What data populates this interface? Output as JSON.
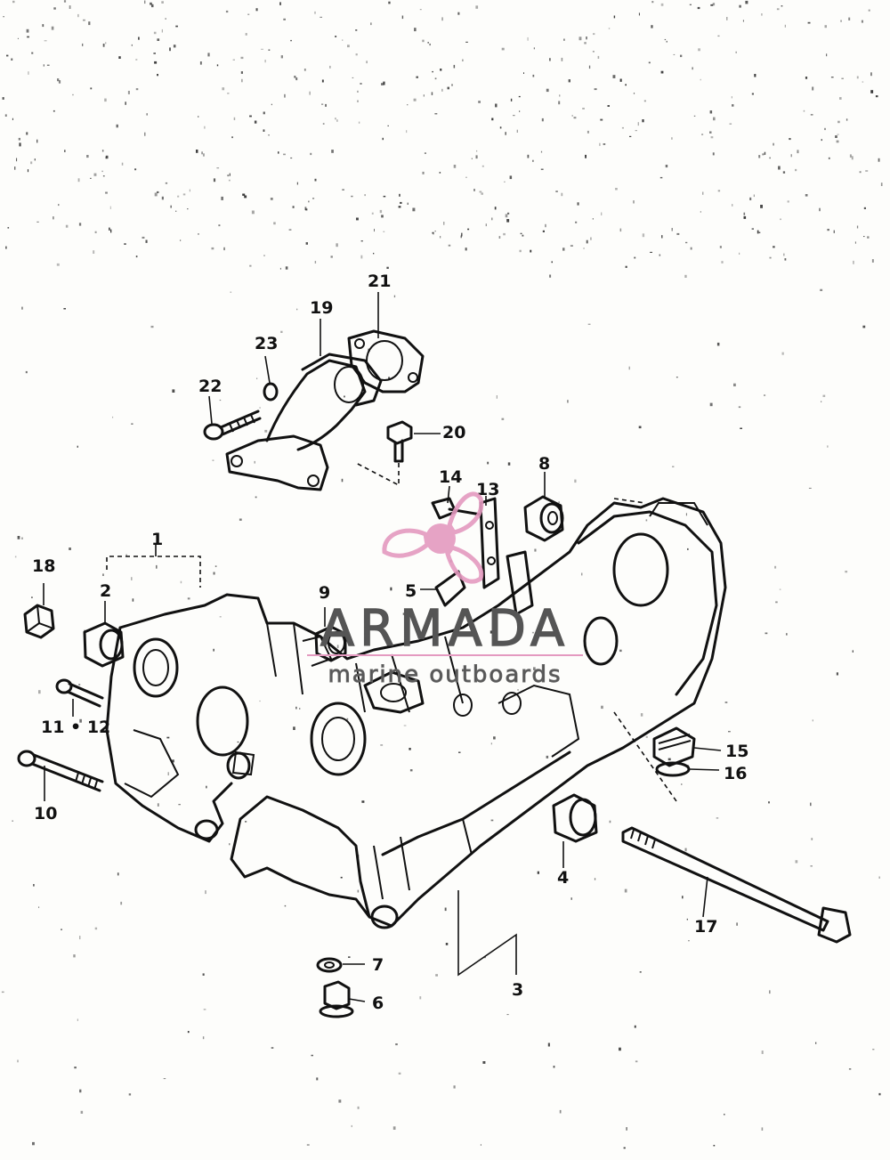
{
  "colors": {
    "ink": "#111111",
    "paper": "#fdfdfb",
    "watermark_pink": "#e49ac0",
    "watermark_gray": "#555555"
  },
  "watermark": {
    "brand": "ARMADA",
    "tagline": "marine outboards",
    "icon": "propeller-icon"
  },
  "callouts": {
    "c1": "1",
    "c2": "2",
    "c3": "3",
    "c4": "4",
    "c5": "5",
    "c6": "6",
    "c7": "7",
    "c8": "8",
    "c9": "9",
    "c10": "10",
    "c11_12": "11 • 12",
    "c13": "13",
    "c14": "14",
    "c15": "15",
    "c16": "16",
    "c17": "17",
    "c18": "18",
    "c19": "19",
    "c20": "20",
    "c21": "21",
    "c22": "22",
    "c23": "23"
  }
}
